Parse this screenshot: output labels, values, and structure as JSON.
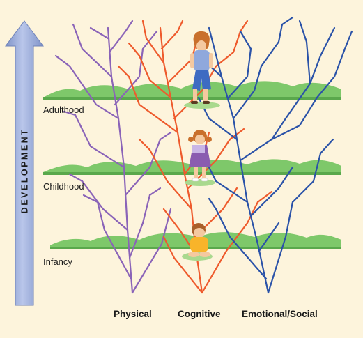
{
  "stages": [
    {
      "key": "adulthood",
      "label": "Adulthood"
    },
    {
      "key": "childhood",
      "label": "Childhood"
    },
    {
      "key": "infancy",
      "label": "Infancy"
    }
  ],
  "axis": {
    "label": "DEVELOPMENT"
  },
  "domains": [
    {
      "key": "physical",
      "label": "Physical",
      "color": "#8a63b8"
    },
    {
      "key": "cognitive",
      "label": "Cognitive",
      "color": "#ee5a2c"
    },
    {
      "key": "emotional_social",
      "label": "Emotional/Social",
      "color": "#2a52a8"
    }
  ],
  "colors": {
    "background": "#fdf4dc",
    "ground": "#7ec86a",
    "arrow": "#8d9fd0"
  }
}
